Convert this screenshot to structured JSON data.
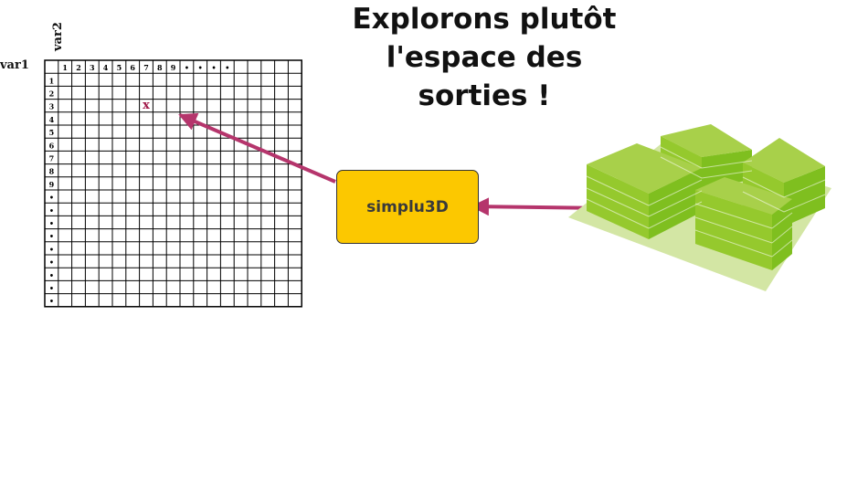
{
  "title_lines": [
    "Explorons plutôt",
    "l'espace des",
    "sorties !"
  ],
  "axes": {
    "row_label": "var1",
    "col_label": "var2"
  },
  "grid": {
    "col_headers": [
      "1",
      "2",
      "3",
      "4",
      "5",
      "6",
      "7",
      "8",
      "9",
      "•",
      "•",
      "•",
      "•"
    ],
    "row_headers": [
      "1",
      "2",
      "3",
      "4",
      "5",
      "6",
      "7",
      "8",
      "9",
      "•",
      "•",
      "•",
      "•",
      "•",
      "•",
      "•",
      "•",
      "•"
    ],
    "total_cols": 19,
    "total_rows": 19,
    "marked_cell": {
      "row": 3,
      "col": 7,
      "symbol": "x"
    }
  },
  "process_box": {
    "label": "simplu3D"
  },
  "colors": {
    "arrow": "#b5356c",
    "marker": "#a01848",
    "box_fill": "#fcc800",
    "building_top": "#a8d04a",
    "building_side": "#7fbf1f",
    "ground": "#d3e6a4"
  },
  "icons": {
    "buildings": "3d-buildings-icon"
  }
}
